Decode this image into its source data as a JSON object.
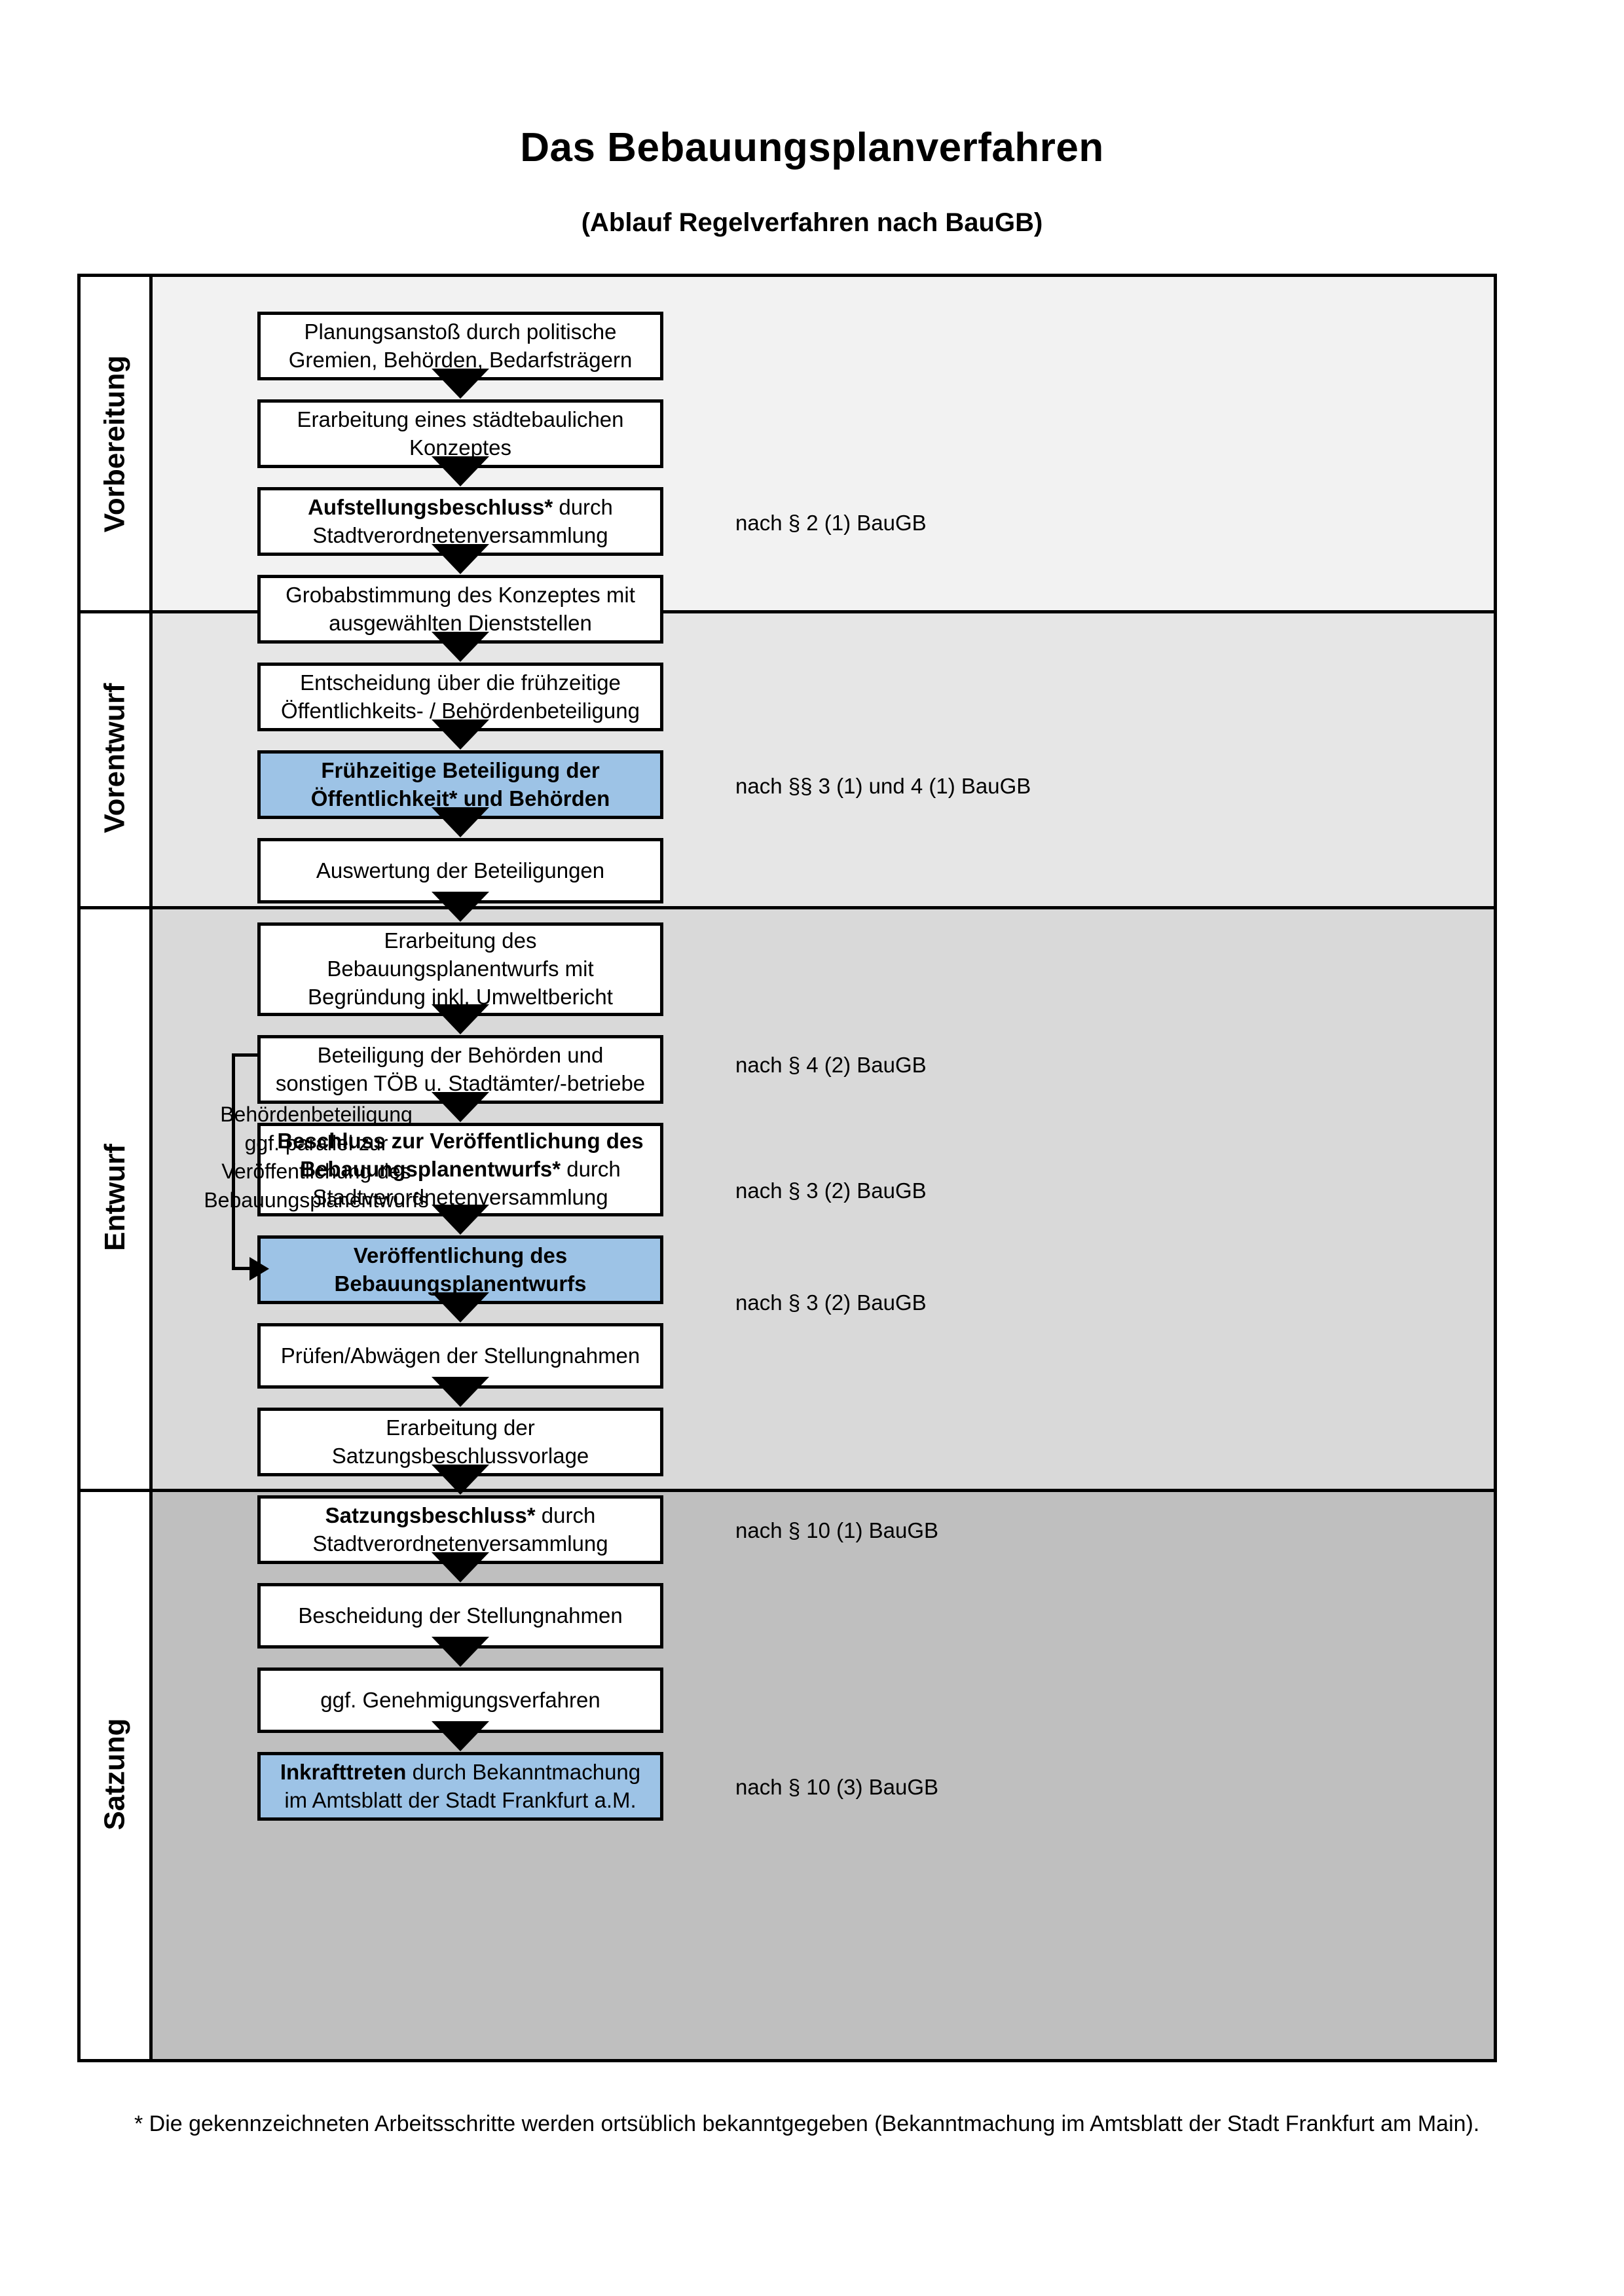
{
  "document": {
    "title": "Das Bebauungsplanverfahren",
    "subtitle": "(Ablauf Regelverfahren nach BauGB)",
    "footnote": "* Die gekennzeichneten Arbeitsschritte werden ortsüblich bekanntgegeben (Bekanntmachung im Amtsblatt  der Stadt Frankfurt am Main)."
  },
  "colors": {
    "highlight_box": "#9DC3E6",
    "band_vorbereitung": "#F2F2F2",
    "band_vorentwurf": "#E6E6E6",
    "band_entwurf": "#D9D9D9",
    "band_satzung": "#BFBFBF",
    "border": "#000000"
  },
  "stages": [
    {
      "key": "vorbereitung",
      "label": "Vorbereitung"
    },
    {
      "key": "vorentwurf",
      "label": "Vorentwurf"
    },
    {
      "key": "entwurf",
      "label": "Entwurf"
    },
    {
      "key": "satzung",
      "label": "Satzung"
    }
  ],
  "nodes": [
    {
      "id": "n1",
      "stage": "vorbereitung",
      "highlight": false,
      "lines": [
        {
          "text": "Planungsanstoß durch politische",
          "bold": false
        },
        {
          "text": "Gremien, Behörden, Bedarfsträgern",
          "bold": false
        }
      ]
    },
    {
      "id": "n2",
      "stage": "vorbereitung",
      "highlight": false,
      "lines": [
        {
          "text": "Erarbeitung eines städtebaulichen",
          "bold": false
        },
        {
          "text": "Konzeptes",
          "bold": false
        }
      ]
    },
    {
      "id": "n3",
      "stage": "vorbereitung",
      "highlight": false,
      "lines": [
        {
          "text": "Aufstellungsbeschluss* durch",
          "bold": true,
          "tail": " "
        },
        {
          "text": "Stadtverordnetenversammlung",
          "bold": false
        }
      ]
    },
    {
      "id": "n4",
      "stage": "vorentwurf",
      "highlight": false,
      "lines": [
        {
          "text": "Grobabstimmung des Konzeptes mit",
          "bold": false
        },
        {
          "text": "ausgewählten Dienststellen",
          "bold": false
        }
      ]
    },
    {
      "id": "n5",
      "stage": "vorentwurf",
      "highlight": false,
      "lines": [
        {
          "text": "Entscheidung über die frühzeitige",
          "bold": false
        },
        {
          "text": "Öffentlichkeits- / Behördenbeteiligung",
          "bold": false
        }
      ]
    },
    {
      "id": "n6",
      "stage": "vorentwurf",
      "highlight": true,
      "lines": [
        {
          "text": "Frühzeitige Beteiligung der",
          "bold": true
        },
        {
          "text": "Öffentlichkeit* und Behörden",
          "bold": true
        }
      ]
    },
    {
      "id": "n7",
      "stage": "entwurf",
      "highlight": false,
      "lines": [
        {
          "text": "Auswertung der Beteiligungen",
          "bold": false
        }
      ]
    },
    {
      "id": "n8",
      "stage": "entwurf",
      "highlight": false,
      "lines": [
        {
          "text": "Erarbeitung des",
          "bold": false
        },
        {
          "text": "Bebauungsplanentwurfs mit",
          "bold": false
        },
        {
          "text": "Begründung inkl. Umweltbericht",
          "bold": false
        }
      ]
    },
    {
      "id": "n9",
      "stage": "entwurf",
      "highlight": false,
      "lines": [
        {
          "text": "Beteiligung der Behörden und",
          "bold": false
        },
        {
          "text": "sonstigen TÖB u. Stadtämter/-betriebe",
          "bold": false
        }
      ]
    },
    {
      "id": "n10",
      "stage": "entwurf",
      "highlight": false,
      "lines": [
        {
          "text": "Beschluss zur Veröffentlichung des",
          "bold": true
        },
        {
          "text": "Bebauungsplanentwurfs* durch",
          "bold": true,
          "mixed": true
        },
        {
          "text": "Stadtverordnetenversammlung",
          "bold": false
        }
      ]
    },
    {
      "id": "n11",
      "stage": "entwurf",
      "highlight": true,
      "lines": [
        {
          "text": "Veröffentlichung des",
          "bold": true
        },
        {
          "text": "Bebauungsplanentwurfs",
          "bold": true
        }
      ]
    },
    {
      "id": "n12",
      "stage": "satzung",
      "highlight": false,
      "lines": [
        {
          "text": "Prüfen/Abwägen der Stellungnahmen",
          "bold": false
        }
      ]
    },
    {
      "id": "n13",
      "stage": "satzung",
      "highlight": false,
      "lines": [
        {
          "text": "Erarbeitung der",
          "bold": false
        },
        {
          "text": "Satzungsbeschlussvorlage",
          "bold": false
        }
      ]
    },
    {
      "id": "n14",
      "stage": "satzung",
      "highlight": false,
      "lines": [
        {
          "text": "Satzungsbeschluss* durch",
          "bold": true,
          "mixed": true
        },
        {
          "text": "Stadtverordnetenversammlung",
          "bold": false
        }
      ]
    },
    {
      "id": "n15",
      "stage": "satzung",
      "highlight": false,
      "lines": [
        {
          "text": "Bescheidung der Stellungnahmen",
          "bold": false
        }
      ]
    },
    {
      "id": "n16",
      "stage": "satzung",
      "highlight": false,
      "lines": [
        {
          "text": "ggf. Genehmigungsverfahren",
          "bold": false
        }
      ]
    },
    {
      "id": "n17",
      "stage": "satzung",
      "highlight": true,
      "lines": [
        {
          "text": "Inkrafttreten durch Bekanntmachung",
          "bold": true,
          "mixed": true
        },
        {
          "text": "im Amtsblatt der Stadt Frankfurt a.M.",
          "bold": false
        }
      ]
    }
  ],
  "node_text": {
    "n1_l1": "Planungsanstoß durch politische",
    "n1_l2": "Gremien, Behörden, Bedarfsträgern",
    "n2_l1": "Erarbeitung eines städtebaulichen",
    "n2_l2": "Konzeptes",
    "n3_strong": "Aufstellungsbeschluss*",
    "n3_rest": " durch",
    "n3_l2": "Stadtverordnetenversammlung",
    "n4_l1": "Grobabstimmung des Konzeptes mit",
    "n4_l2": "ausgewählten Dienststellen",
    "n5_l1": "Entscheidung über die frühzeitige",
    "n5_l2": "Öffentlichkeits- / Behördenbeteiligung",
    "n6_l1": "Frühzeitige Beteiligung der",
    "n6_l2": "Öffentlichkeit* und Behörden",
    "n7_l1": "Auswertung der Beteiligungen",
    "n8_l1": "Erarbeitung des",
    "n8_l2": "Bebauungsplanentwurfs mit",
    "n8_l3": "Begründung inkl. Umweltbericht",
    "n9_l1": "Beteiligung der Behörden und",
    "n9_l2": "sonstigen TÖB u. Stadtämter/-betriebe",
    "n10_l1": "Beschluss zur Veröffentlichung des",
    "n10_strong": "Bebauungsplanentwurfs*",
    "n10_rest": " durch",
    "n10_l3": "Stadtverordnetenversammlung",
    "n11_l1": "Veröffentlichung des",
    "n11_l2": "Bebauungsplanentwurfs",
    "n12_l1": "Prüfen/Abwägen der Stellungnahmen",
    "n13_l1": "Erarbeitung der",
    "n13_l2": "Satzungsbeschlussvorlage",
    "n14_strong": "Satzungsbeschluss*",
    "n14_rest": " durch",
    "n14_l2": "Stadtverordnetenversammlung",
    "n15_l1": "Bescheidung der Stellungnahmen",
    "n16_l1": "ggf. Genehmigungsverfahren",
    "n17_strong": "Inkrafttreten",
    "n17_rest": " durch Bekanntmachung",
    "n17_l2": "im Amtsblatt der Stadt Frankfurt a.M."
  },
  "legal_refs": [
    {
      "id": "r1",
      "text": "nach § 2 (1) BauGB",
      "for": "n3"
    },
    {
      "id": "r2",
      "text": "nach §§ 3 (1) und 4 (1) BauGB",
      "for": "n6"
    },
    {
      "id": "r3",
      "text": "nach § 4 (2) BauGB",
      "for": "n9"
    },
    {
      "id": "r4",
      "text": "nach § 3 (2) BauGB",
      "for": "n10"
    },
    {
      "id": "r5",
      "text": "nach § 3 (2) BauGB",
      "for": "n11"
    },
    {
      "id": "r6",
      "text": "nach § 10 (1) BauGB",
      "for": "n14"
    },
    {
      "id": "r7",
      "text": "nach § 10 (3) BauGB",
      "for": "n17"
    }
  ],
  "annotations": {
    "entwurf_note_l1": "Behördenbeteiligung",
    "entwurf_note_l2": "ggf. parallel zur",
    "entwurf_note_l3": "Veröffentlichung des",
    "entwurf_note_l4": "Bebauungsplanentwurfs"
  }
}
